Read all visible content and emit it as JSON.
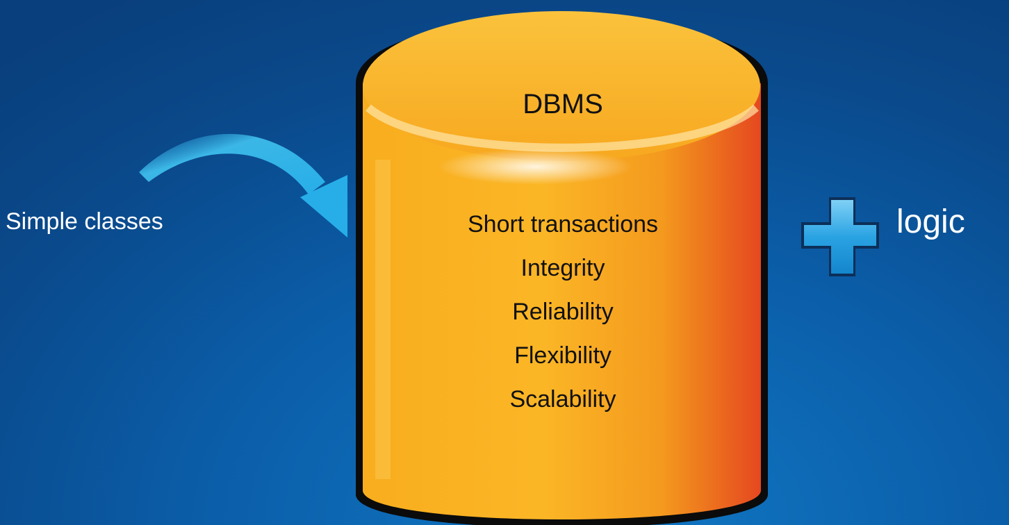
{
  "left_label": "Simple classes",
  "database": {
    "title": "DBMS",
    "properties": [
      "Short transactions",
      "Integrity",
      "Reliability",
      "Flexibility",
      "Scalability"
    ]
  },
  "right_label": "logic",
  "colors": {
    "background": "#0b5da8",
    "cylinder_body": "#f5a51c",
    "cylinder_shadow": "#e8521f",
    "arrow": "#2eb4e6",
    "plus": "#2a9fe0",
    "text_dark": "#111111",
    "text_light": "#ffffff"
  },
  "icons": [
    "curved-arrow-icon",
    "database-cylinder-icon",
    "plus-icon"
  ]
}
